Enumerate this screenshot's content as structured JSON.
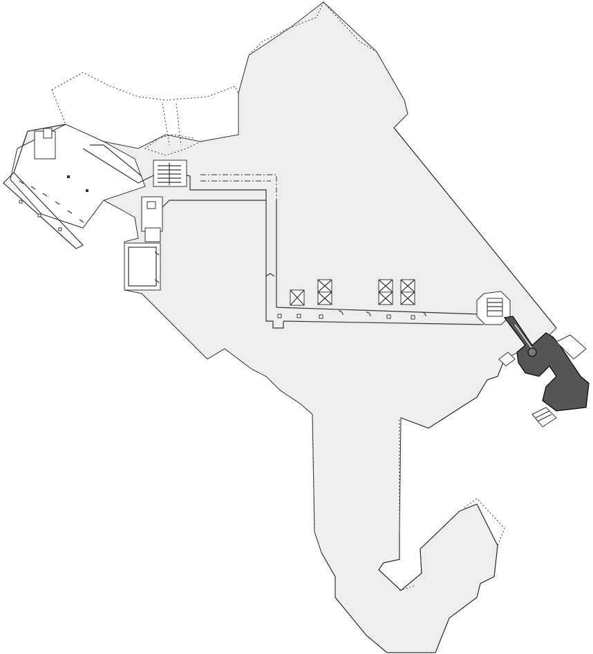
{
  "colors": {
    "background": "#ffffff",
    "site_area": "#eeeeee",
    "linework": "#333333",
    "highlighted_building": "#555555"
  },
  "map": {
    "kind": "floor plan",
    "features": [
      "outdoor-paved-area",
      "corridor",
      "stairwell",
      "elevator",
      "column",
      "highlighted-building"
    ]
  }
}
